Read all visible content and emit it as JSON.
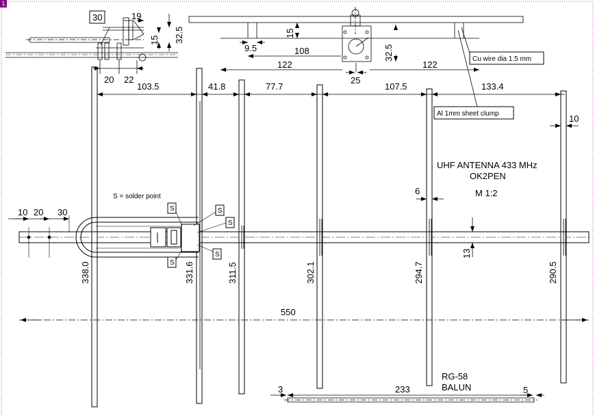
{
  "corner_marker": "1",
  "title": {
    "line1": "UHF ANTENNA 433 MHz",
    "line2": "OK2PEN",
    "line3": "M  1:2"
  },
  "notes": {
    "solder": "S = solder point",
    "solder_mark": "S",
    "cu_wire": "Cu wire dia 1.5 mm",
    "al_clamp": "Al 1mm sheet clump",
    "balun_line1": "RG-58",
    "balun_line2": "BALUN"
  },
  "boom_detail": {
    "box_value": "30",
    "d19": "19",
    "d32_5": "32.5",
    "d15": "15",
    "d20": "20",
    "d22": "22"
  },
  "clamp_detail": {
    "d15": "15",
    "d9_5": "9.5",
    "d108": "108",
    "d32_5": "32.5",
    "d122_left": "122",
    "d122_right": "122",
    "d25": "25"
  },
  "spacings": [
    "103.5",
    "41.8",
    "77.7",
    "107.5",
    "133.4"
  ],
  "element_lengths": [
    "338.0",
    "331.6",
    "311.5",
    "302.1",
    "294.7",
    "290.5"
  ],
  "other_dims": {
    "d10_right": "10",
    "d6": "6",
    "d13": "13",
    "d550": "550",
    "d10": "10",
    "d20": "20",
    "d30": "30"
  },
  "balun_dims": {
    "d3": "3",
    "d233": "233",
    "d5": "5"
  }
}
